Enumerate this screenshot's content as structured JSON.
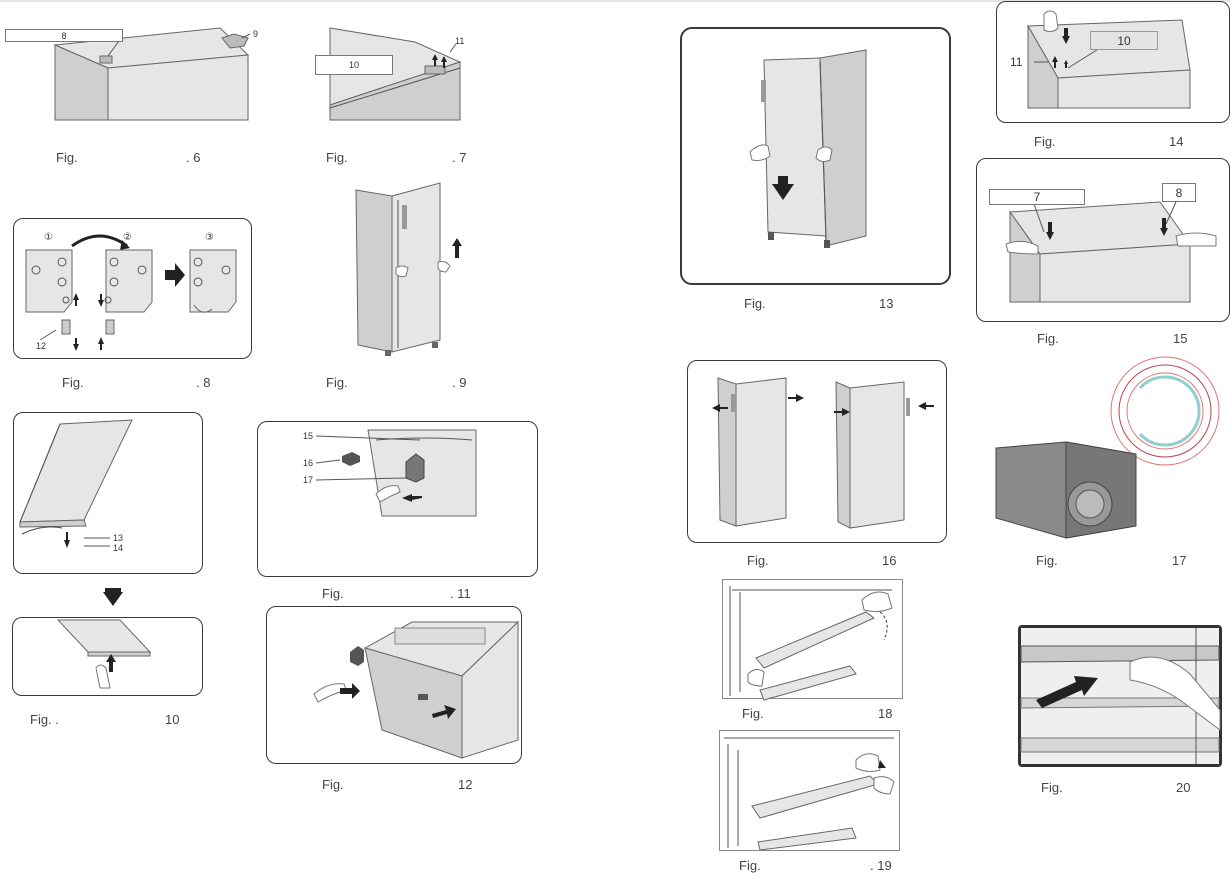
{
  "figures": {
    "fig6": {
      "caption_left": "Fig.",
      "caption_right": ". 6",
      "labels": [
        "8",
        "9"
      ]
    },
    "fig7": {
      "caption_left": "Fig.",
      "caption_right": ". 7",
      "labels": [
        "10",
        "11"
      ]
    },
    "fig8": {
      "caption_left": "Fig.",
      "caption_right": ". 8",
      "steps": [
        "①",
        "②",
        "③"
      ],
      "labels": [
        "12"
      ]
    },
    "fig9": {
      "caption_left": "Fig.",
      "caption_right": ". 9"
    },
    "fig10": {
      "caption_left": "Fig. .",
      "caption_right": "10",
      "labels": [
        "13",
        "14"
      ]
    },
    "fig11": {
      "caption_left": "Fig.",
      "caption_right": ". 11",
      "labels": [
        "15",
        "16",
        "17"
      ]
    },
    "fig12": {
      "caption_left": "Fig.",
      "caption_right": "12"
    },
    "fig13": {
      "caption_left": "Fig.",
      "caption_right": "13"
    },
    "fig14": {
      "caption_left": "Fig.",
      "caption_right": "14",
      "labels": [
        "10",
        "11"
      ]
    },
    "fig15": {
      "caption_left": "Fig.",
      "caption_right": "15",
      "labels": [
        "7",
        "8"
      ]
    },
    "fig16": {
      "caption_left": "Fig.",
      "caption_right": "16"
    },
    "fig17": {
      "caption_left": "Fig.",
      "caption_right": "17"
    },
    "fig18": {
      "caption_left": "Fig.",
      "caption_right": "18"
    },
    "fig19": {
      "caption_left": "Fig.",
      "caption_right": ". 19"
    },
    "fig20": {
      "caption_left": "Fig.",
      "caption_right": "20"
    }
  },
  "colors": {
    "frame": "#3a3a3a",
    "caption": "#444444",
    "ring_red": "#e07070",
    "ring_teal": "#8fd0cf"
  }
}
